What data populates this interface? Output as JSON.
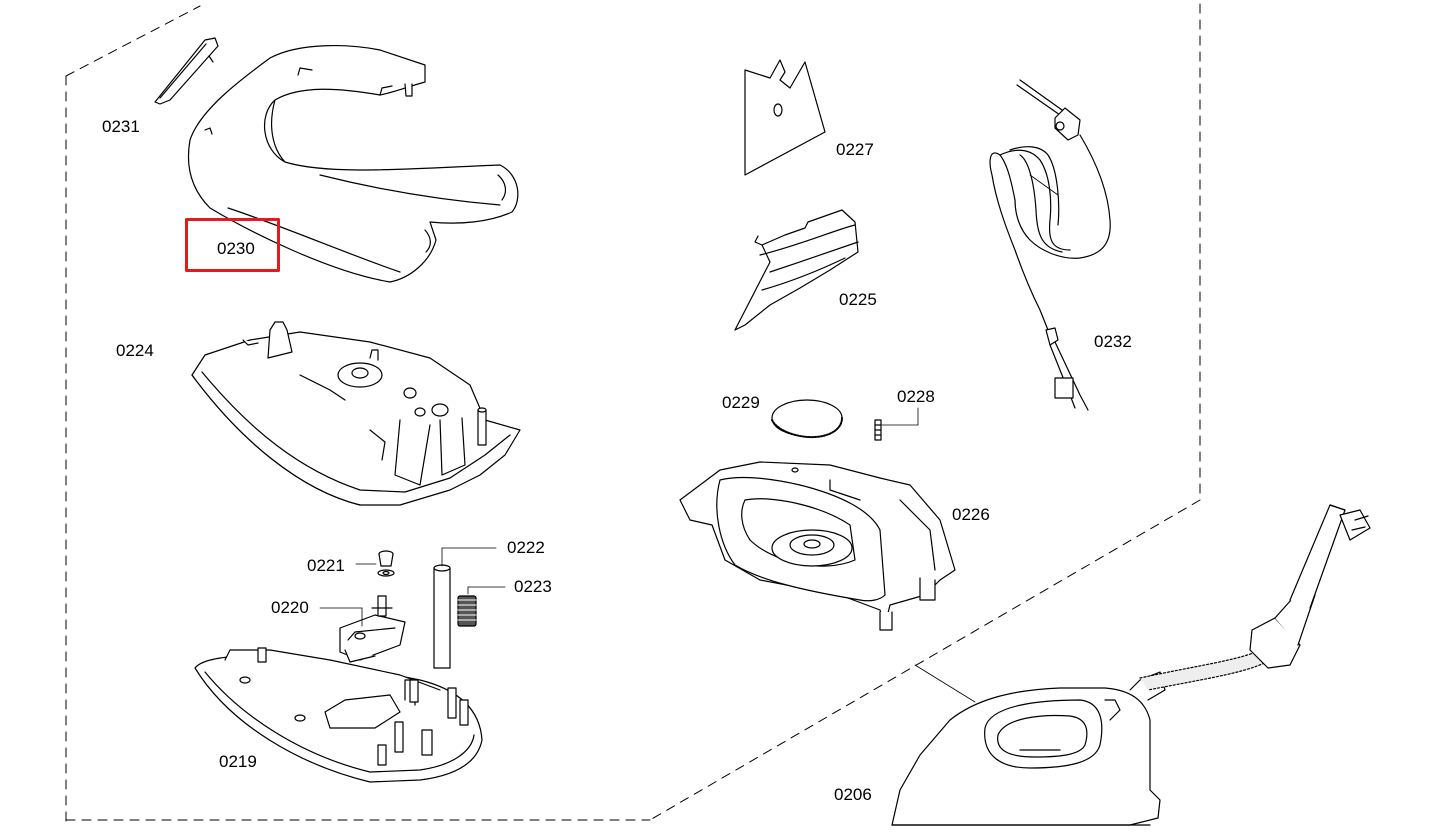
{
  "diagram": {
    "highlight_color": "#e31b1b",
    "line_color": "#000000",
    "highlighted_part": "0230",
    "parts": [
      {
        "id": "p0231",
        "label": "0231"
      },
      {
        "id": "p0230",
        "label": "0230"
      },
      {
        "id": "p0224",
        "label": "0224"
      },
      {
        "id": "p0221",
        "label": "0221"
      },
      {
        "id": "p0222",
        "label": "0222"
      },
      {
        "id": "p0223",
        "label": "0223"
      },
      {
        "id": "p0220",
        "label": "0220"
      },
      {
        "id": "p0219",
        "label": "0219"
      },
      {
        "id": "p0227",
        "label": "0227"
      },
      {
        "id": "p0225",
        "label": "0225"
      },
      {
        "id": "p0229",
        "label": "0229"
      },
      {
        "id": "p0228",
        "label": "0228"
      },
      {
        "id": "p0226",
        "label": "0226"
      },
      {
        "id": "p0232",
        "label": "0232"
      },
      {
        "id": "p0206",
        "label": "0206"
      }
    ]
  }
}
